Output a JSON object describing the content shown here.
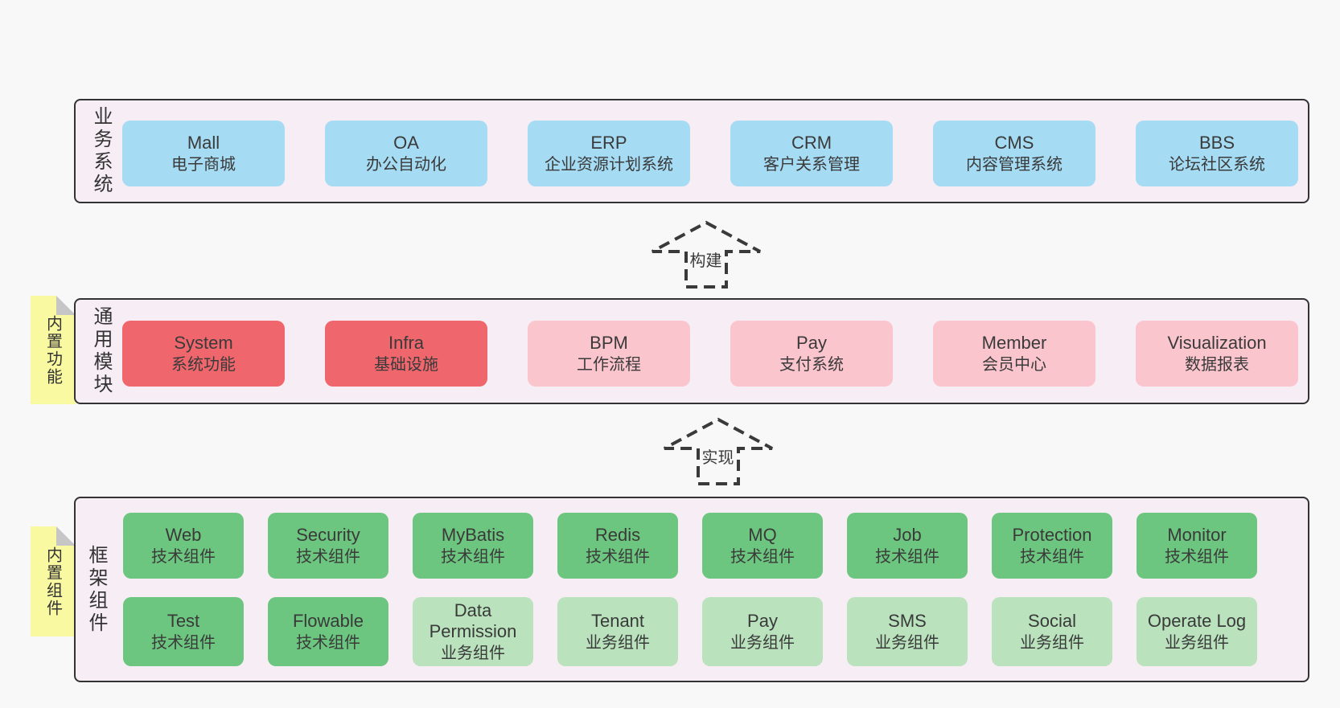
{
  "colors": {
    "page_bg": "#f8f8f8",
    "layer_bg": "#f7edf5",
    "layer_border": "#333333",
    "blue": "#a5dbf3",
    "red": "#f0666d",
    "pink": "#fbc5ce",
    "green": "#6cc67f",
    "light_green": "#b9e2bd",
    "note_yellow": "#f9f9a2",
    "note_fold": "#c6c6c6",
    "text": "#3a3a3a"
  },
  "arrows": {
    "build": {
      "label": "构建"
    },
    "implement": {
      "label": "实现"
    }
  },
  "layers": [
    {
      "side_label": "业务系统",
      "rows": [
        [
          {
            "name": "Mall",
            "desc": "电子商城"
          },
          {
            "name": "OA",
            "desc": "办公自动化"
          },
          {
            "name": "ERP",
            "desc": "企业资源计划系统"
          },
          {
            "name": "CRM",
            "desc": "客户关系管理"
          },
          {
            "name": "CMS",
            "desc": "内容管理系统"
          },
          {
            "name": "BBS",
            "desc": "论坛社区系统"
          }
        ]
      ]
    },
    {
      "side_label": "通用模块",
      "note": "内置功能",
      "rows": [
        [
          {
            "name": "System",
            "desc": "系统功能"
          },
          {
            "name": "Infra",
            "desc": "基础设施"
          },
          {
            "name": "BPM",
            "desc": "工作流程"
          },
          {
            "name": "Pay",
            "desc": "支付系统"
          },
          {
            "name": "Member",
            "desc": "会员中心"
          },
          {
            "name": "Visualization",
            "desc": "数据报表"
          }
        ]
      ]
    },
    {
      "side_label": "框架组件",
      "note": "内置组件",
      "rows": [
        [
          {
            "name": "Web",
            "desc": "技术组件"
          },
          {
            "name": "Security",
            "desc": "技术组件"
          },
          {
            "name": "MyBatis",
            "desc": "技术组件"
          },
          {
            "name": "Redis",
            "desc": "技术组件"
          },
          {
            "name": "MQ",
            "desc": "技术组件"
          },
          {
            "name": "Job",
            "desc": "技术组件"
          },
          {
            "name": "Protection",
            "desc": "技术组件"
          },
          {
            "name": "Monitor",
            "desc": "技术组件"
          }
        ],
        [
          {
            "name": "Test",
            "desc": "技术组件"
          },
          {
            "name": "Flowable",
            "desc": "技术组件"
          },
          {
            "name": "Data Permission",
            "desc": "业务组件"
          },
          {
            "name": "Tenant",
            "desc": "业务组件"
          },
          {
            "name": "Pay",
            "desc": "业务组件"
          },
          {
            "name": "SMS",
            "desc": "业务组件"
          },
          {
            "name": "Social",
            "desc": "业务组件"
          },
          {
            "name": "Operate Log",
            "desc": "业务组件"
          }
        ]
      ]
    }
  ]
}
